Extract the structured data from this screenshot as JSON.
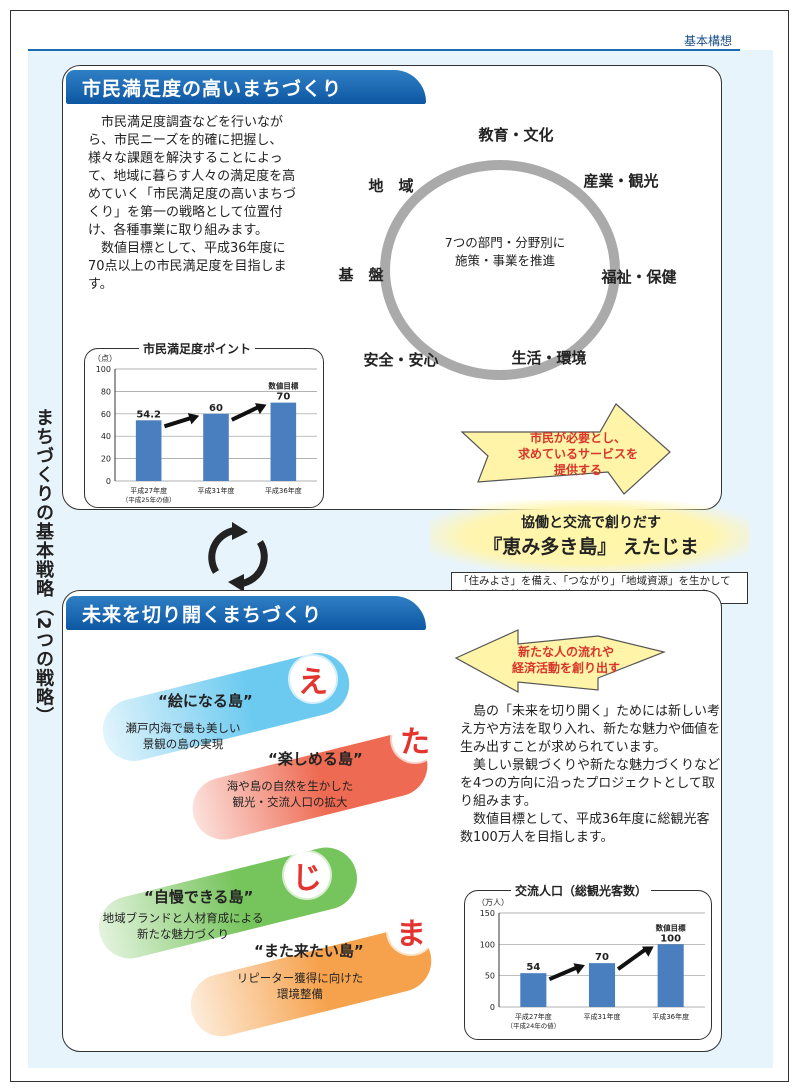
{
  "header": {
    "label": "基本構想"
  },
  "sidebar_title": "まちづくりの基本戦略（2つの戦略）",
  "strategy1": {
    "title": "市民満足度の高いまちづくり",
    "paragraphs": [
      "市民満足度調査などを行いながら、市民ニーズを的確に把握し、様々な課題を解決することによって、地域に暮らす人々の満足度を高めていく「市民満足度の高いまちづくり」を第一の戦略として位置付け、各種事業に取り組みます。",
      "数値目標として、平成36年度に70点以上の市民満足度を目指します。"
    ],
    "bubbles": [
      {
        "label": "教育・文化",
        "color": "#b493d6"
      },
      {
        "label": "産業・観光",
        "color": "#e85a3a"
      },
      {
        "label": "福祉・保健",
        "color": "#f07ab4"
      },
      {
        "label": "生活・環境",
        "color": "#58b848"
      },
      {
        "label": "安全・安心",
        "color": "#7fcff0"
      },
      {
        "label": "基　盤",
        "color": "#3d78c4"
      },
      {
        "label": "地　域",
        "color": "#f5a044"
      }
    ],
    "center_text": [
      "7つの部門・分野別に",
      "施策・事業を推進"
    ]
  },
  "callout_top": [
    "市民が必要とし、",
    "求めているサービスを",
    "提供する"
  ],
  "catchphrase": {
    "line1": "協働と交流で創りだす",
    "line2": "『恵み多き島』 えたじま",
    "subtitle": "「住みよさ」を備え、「つながり」「地域資源」を生かして ずっと住み続けたい、住んでみたい、魅力あふれる島"
  },
  "callout_bottom": [
    "新たな人の流れや",
    "経済活動を創り出す"
  ],
  "strategy2": {
    "title": "未来を切り開くまちづくり",
    "paragraphs": [
      "島の「未来を切り開く」ためには新しい考え方や方法を取り入れ、新たな魅力や価値を生み出すことが求められています。",
      "美しい景観づくりや新たな魅力づくりなどを4つの方向に沿ったプロジェクトとして取り組みます。",
      "数値目標として、平成36年度に総観光客数100万人を目指します。"
    ],
    "islands": [
      {
        "kana": "え",
        "title": "“絵になる島”",
        "desc": [
          "瀬戸内海で最も美しい",
          "景観の島の実現"
        ],
        "color": "#6ccaf0"
      },
      {
        "kana": "た",
        "title": "“楽しめる島”",
        "desc": [
          "海や島の自然を生かした",
          "観光・交流人口の拡大"
        ],
        "color": "#ee6a52"
      },
      {
        "kana": "じ",
        "title": "“自慢できる島”",
        "desc": [
          "地域ブランドと人材育成による",
          "新たな魅力づくり"
        ],
        "color": "#76c45c"
      },
      {
        "kana": "ま",
        "title": "“また来たい島”",
        "desc": [
          "リピーター獲得に向けた",
          "環境整備"
        ],
        "color": "#f6a24c"
      }
    ]
  },
  "chart_data": [
    {
      "type": "bar",
      "title": "市民満足度ポイント",
      "ylabel": "（点）",
      "categories": [
        "平成27年度",
        "平成31年度",
        "平成36年度"
      ],
      "category_notes": [
        "（平成25年の値）",
        "",
        ""
      ],
      "values": [
        54.2,
        60,
        70
      ],
      "value_labels": [
        "54.2",
        "60",
        "70"
      ],
      "ylim": [
        0,
        100
      ],
      "yticks": [
        "0",
        "20",
        "40",
        "60",
        "80",
        "100"
      ],
      "target_label": "数値目標",
      "bar_color": "#4a7fbf"
    },
    {
      "type": "bar",
      "title": "交流人口（総観光客数）",
      "ylabel": "（万人）",
      "categories": [
        "平成27年度",
        "平成31年度",
        "平成36年度"
      ],
      "category_notes": [
        "（平成24年の値）",
        "",
        ""
      ],
      "values": [
        54,
        70,
        100
      ],
      "value_labels": [
        "54",
        "70",
        "100"
      ],
      "ylim": [
        0,
        150
      ],
      "yticks": [
        "0",
        "50",
        "100",
        "150"
      ],
      "target_label": "数値目標",
      "bar_color": "#4a7fbf"
    }
  ]
}
